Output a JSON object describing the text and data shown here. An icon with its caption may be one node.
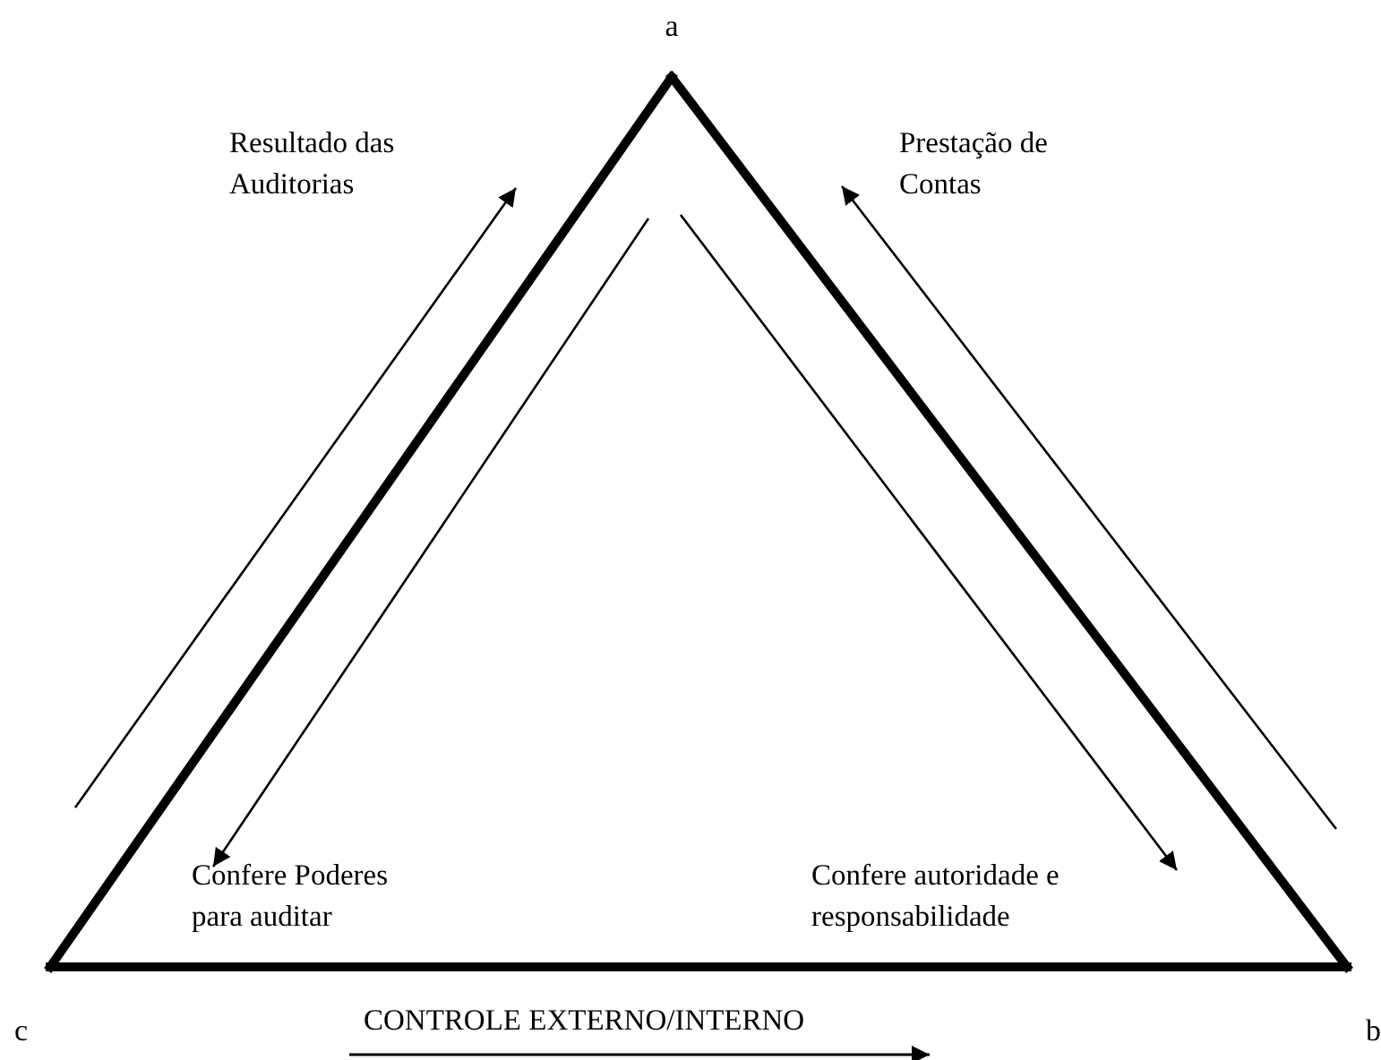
{
  "diagram": {
    "nodes": [
      {
        "text": [
          "a"
        ]
      },
      {
        "text": [
          "b"
        ]
      },
      {
        "text": [
          "c"
        ]
      }
    ],
    "edges": [
      {
        "from": 0,
        "to": 1,
        "arrow": "none"
      },
      {
        "from": 1,
        "to": 2,
        "arrow": "none"
      },
      {
        "from": 2,
        "to": 0,
        "arrow": "none"
      }
    ],
    "labels": [
      "Resultado das Auditorias",
      "Prestação de Contas",
      "Confere Poderes para auditar",
      "Confere autoridade e responsabilidade",
      "CONTROLE EXTERNO/INTERNO"
    ]
  }
}
